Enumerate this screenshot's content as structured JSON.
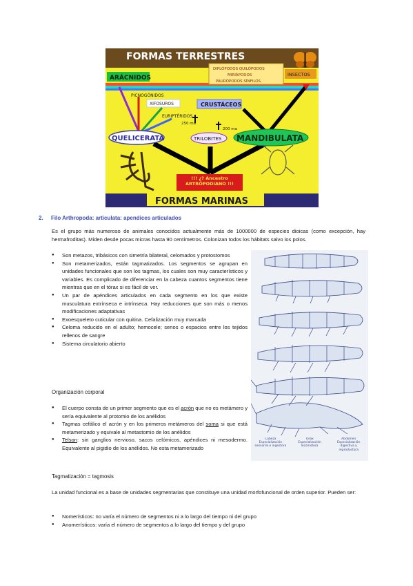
{
  "diagram": {
    "title_top": "FORMAS TERRESTRES",
    "title_bottom": "FORMAS MARINAS",
    "labels": {
      "aracnidos": "ARÁCNIDOS",
      "insectos": "INSECTOS",
      "diplopodos": "DIPLÓPODOS QUILÓPODOS",
      "miriapodos": "MIRIÁPODOS",
      "pauropodos": "PAURÓPODOS SÍNFILOS",
      "picnogonidos": "PICNOGÓNIDOS",
      "xifosuros": "XIFOSUROS",
      "crustaceos": "CRUSTÁCEOS",
      "euripteridos": "EURIPTÉRIDOS",
      "queli": "QUELICERATA",
      "trilo": "TRILOBITES",
      "mandi": "MANDIBULATA",
      "ancestro": "!!! ¿? Ancestro ARTRÓPODIANO !!!",
      "mya1": "250 ma",
      "mya2": "200 ma"
    }
  },
  "section": {
    "number": "2.",
    "title": "Filo Arthropoda: articulata: apendices articulados"
  },
  "intro": "Es el grupo más numeroso de animales conocidos actualmente más de 1000000 de especies dioicas (como excepción, hay hermafroditas). Miden desde pocas micras hasta 90 centímetros. Colonizan todos los hábitats salvo los polos.",
  "bullets1": [
    "Son metazos, tribásicos con simetría bilateral, celomados y protostomos",
    "Son metamerizados, están tagmatizados. Los segmentos se agrupan en unidades funcionales que son los tagmas, los cuales son muy característicos y variables. Es complicado de diferenciar en la cabeza cuantos segmentos tiene mientras que en el tórax si es fácil de ver.",
    "Un par de apéndices articulados en cada segmento en los que existe musculatura extrínseca e intrínseca. Hay reducciones que son más o menos modificaciones adaptativas",
    "Exoesqueleto cuticular con quitina. Cefalización muy marcada",
    "Celoma reducido en el adulto; hemocele; senos o espacios entre los tejidos rellenos de sangre",
    "Sistema circulatorio abierto"
  ],
  "org": {
    "title": "Organización corporal",
    "b1_pre": "El cuerpo consta de un primer segmento que es el ",
    "b1_term": "acrón",
    "b1_post": " que no es metámero y sería equivalente al protomio de los anélidos",
    "b2_pre": "Tagmas cefálico el acrón y en los primeros metámeros del ",
    "b2_term": "soma",
    "b2_post": " si que está metamerizado y equivale al metastomio de los anélidos",
    "b3_term": "Telson",
    "b3_post": ": sin ganglios nervioso, sacos celómicos, apéndices ni mesodermo. Equivalente al pigidio de los anélidos. No esta metamerizado"
  },
  "tagma": {
    "title": "Tagmatización = tagmosis",
    "text": "La unidad funcional es a base de unidades segmentarias que constituye una unidad morfofuncional de orden superior. Pueden ser:",
    "items": [
      "Nomerísticos: no varía el número de segmentos ni a lo largo del tiempo ni del grupo",
      "Anomerísticos: varía el número de segmentos a lo largo del tiempo y del grupo"
    ]
  },
  "figure2": {
    "col1": "Cabeza",
    "col1_sub": "Especialización sensorial e ingestora",
    "col2": "Tórax",
    "col2_sub": "Especialización locomotora",
    "col3": "Abdomen",
    "col3_sub": "Especialización digestiva y reproductora"
  },
  "colors": {
    "heading": "#3b4fb8",
    "diagram_yellow": "#f4ee2e",
    "diagram_brown": "#6b4a1e",
    "title_bar_red": "#d81b1b",
    "blue_box": "#3a66ff",
    "green_box": "#17b34a"
  }
}
